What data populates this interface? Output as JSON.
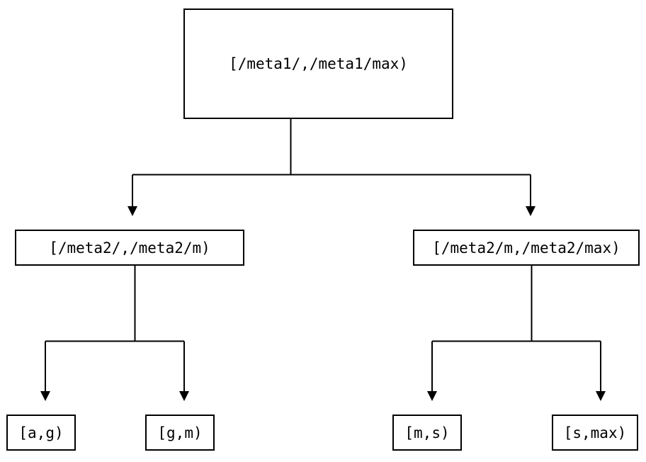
{
  "diagram": {
    "type": "tree",
    "title": "",
    "background_color": "#ffffff",
    "line_color": "#000000",
    "text_color": "#000000",
    "nodes": {
      "root": {
        "label": "[/meta1/,/meta1/max)"
      },
      "left_mid": {
        "label": "[/meta2/,/meta2/m)"
      },
      "right_mid": {
        "label": "[/meta2/m,/meta2/max)"
      },
      "leaf_ag": {
        "label": "[a,g)"
      },
      "leaf_gm": {
        "label": "[g,m)"
      },
      "leaf_ms": {
        "label": "[m,s)"
      },
      "leaf_smax": {
        "label": "[s,max)"
      }
    },
    "edges": [
      {
        "from": "root",
        "to": "left_mid",
        "arrow": "down-triangle"
      },
      {
        "from": "root",
        "to": "right_mid",
        "arrow": "down-triangle"
      },
      {
        "from": "left_mid",
        "to": "leaf_ag",
        "arrow": "down-triangle"
      },
      {
        "from": "left_mid",
        "to": "leaf_gm",
        "arrow": "down-triangle"
      },
      {
        "from": "right_mid",
        "to": "leaf_ms",
        "arrow": "down-triangle"
      },
      {
        "from": "right_mid",
        "to": "leaf_smax",
        "arrow": "down-triangle"
      }
    ]
  }
}
